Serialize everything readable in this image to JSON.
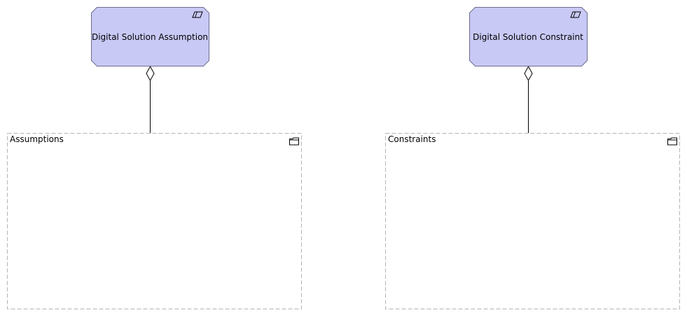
{
  "nodes": [
    {
      "id": "assumption",
      "label": "Digital Solution Assumption",
      "icon": "requirement-parallelogram-icon"
    },
    {
      "id": "constraint",
      "label": "Digital Solution Constraint",
      "icon": "requirement-parallelogram-icon"
    }
  ],
  "groups": [
    {
      "id": "assumptions",
      "label": "Assumptions",
      "icon": "folder-icon"
    },
    {
      "id": "constraints",
      "label": "Constraints",
      "icon": "folder-icon"
    }
  ],
  "colors": {
    "node_fill": "#c9c9f6",
    "node_stroke": "#6d6d8f",
    "group_stroke": "#b4b4b4",
    "line": "#000000"
  }
}
